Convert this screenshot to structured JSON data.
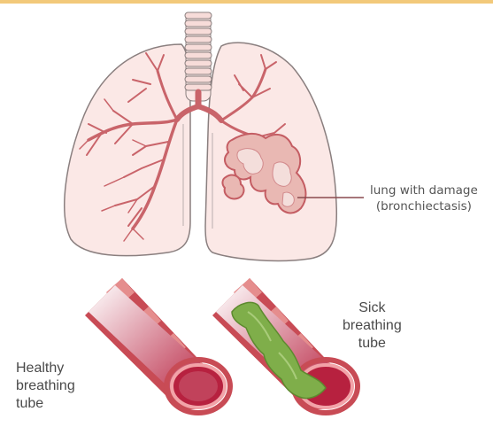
{
  "labels": {
    "damage": [
      "lung with damage",
      "(bronchiectasis)"
    ],
    "sick": [
      "Sick",
      "breathing",
      "tube"
    ],
    "healthy": [
      "Healthy",
      "breathing",
      "tube"
    ]
  },
  "colors": {
    "top_bar": "#f2c97a",
    "lung_fill": "#fbe8e6",
    "lung_outline": "#8a7f7f",
    "airway": "#c9646a",
    "damage": "#e9b8b3",
    "tube_stripe_light": "#e58d8d",
    "tube_stripe_dark": "#c84b55",
    "mucus": "#7fae4a"
  }
}
